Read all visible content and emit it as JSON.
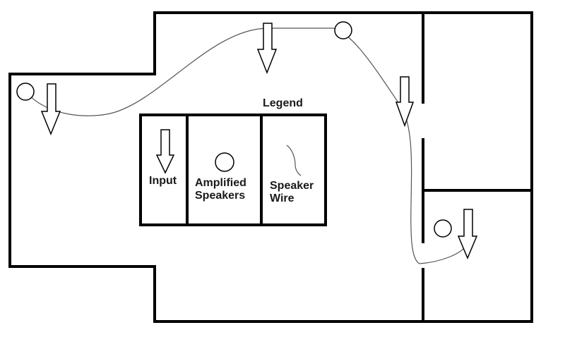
{
  "legend": {
    "title": "Legend",
    "items": [
      {
        "icon": "input-arrow-icon",
        "label": "Input"
      },
      {
        "icon": "amplified-speaker-circle-icon",
        "label": "Amplified\nSpeakers"
      },
      {
        "icon": "speaker-wire-squiggle-icon",
        "label": "Speaker\nWire"
      }
    ]
  },
  "colors": {
    "stroke": "#000000",
    "wire": "#555555",
    "background": "#ffffff"
  }
}
